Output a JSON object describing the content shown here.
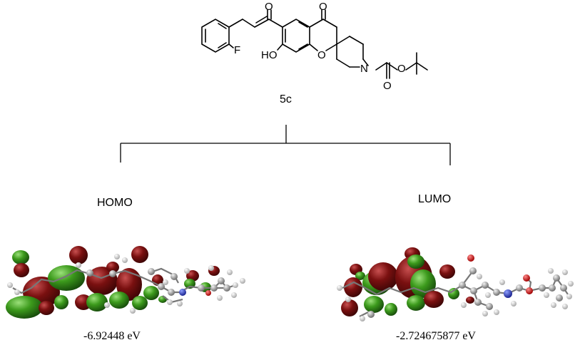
{
  "compound": {
    "label": "5c",
    "atoms": {
      "fluorine": "F",
      "hydroxyl": "HO",
      "ring_oxygen": "O",
      "ketone_oxygen_1": "O",
      "ketone_oxygen_2": "O",
      "nitrogen": "N",
      "carbamate_oxygen": "O",
      "ester_oxygen": "O"
    }
  },
  "orbitals": {
    "homo": {
      "label": "HOMO",
      "energy": "-6.92448 eV"
    },
    "lumo": {
      "label": "LUMO",
      "energy": "-2.724675877 eV"
    }
  },
  "colors": {
    "lobe_positive": "#2e8a14",
    "lobe_negative": "#7a1010",
    "carbon": "#9a9a9a",
    "hydrogen": "#e6e6e6",
    "oxygen": "#d01010",
    "nitrogen": "#2030c0"
  }
}
